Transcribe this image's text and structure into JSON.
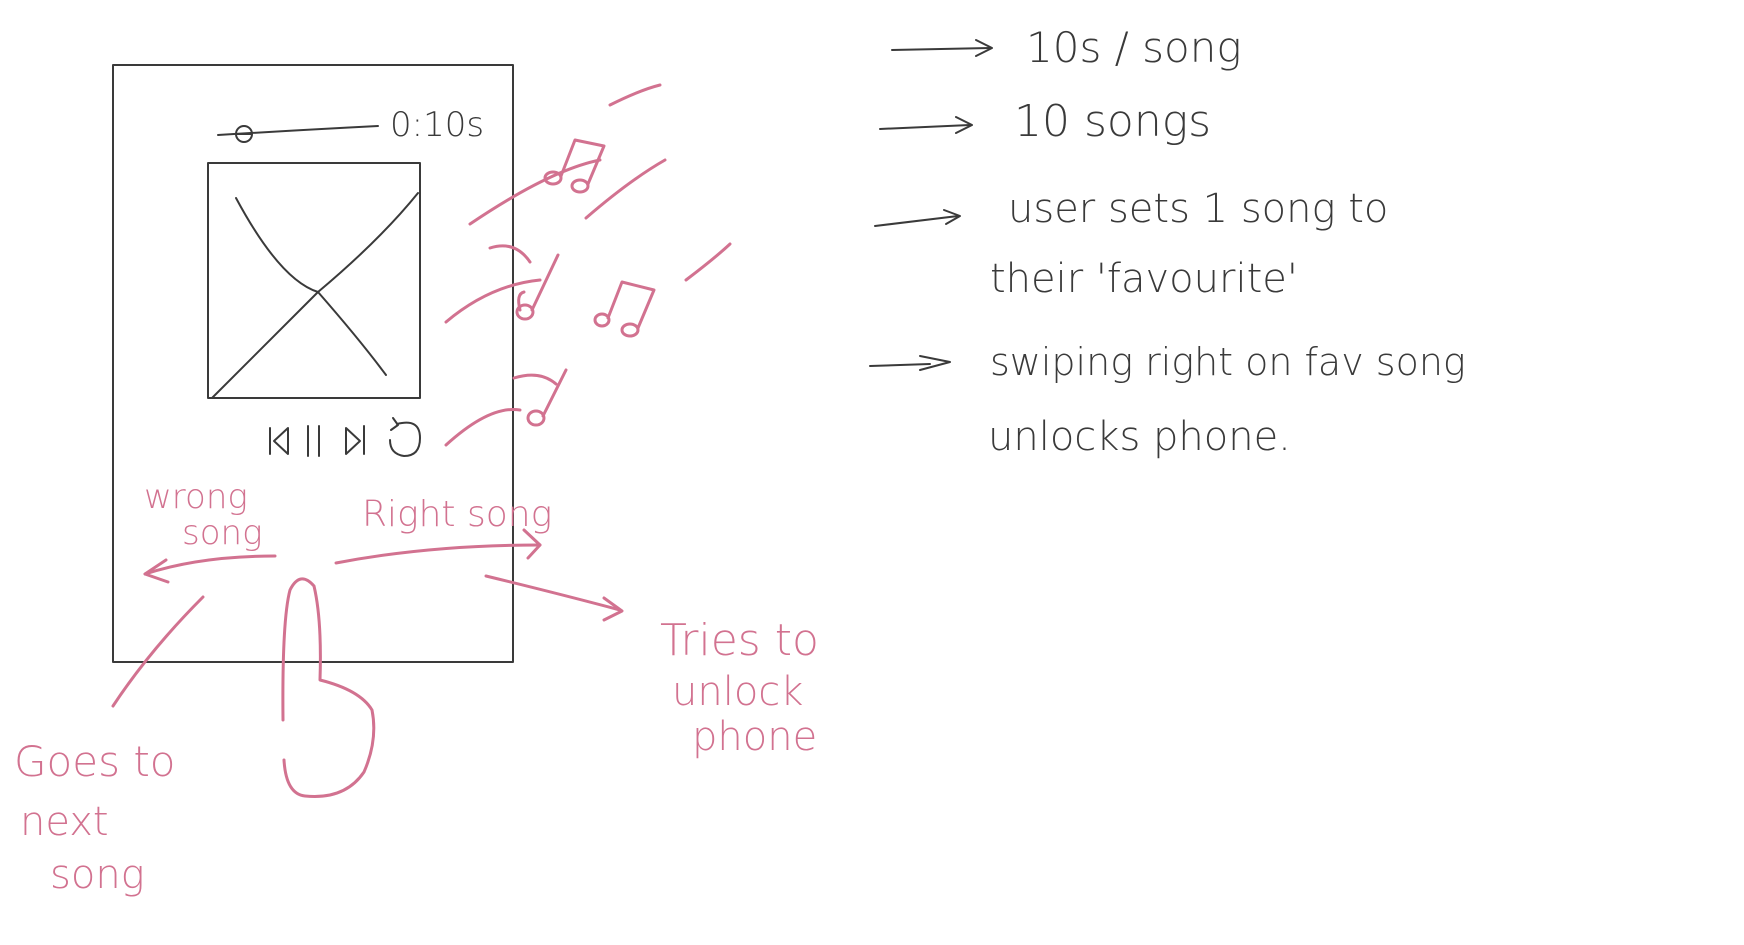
{
  "phone": {
    "timer": "0:10s",
    "controls": {
      "prev_icon": "skip-back-icon",
      "pause_icon": "pause-icon",
      "next_icon": "skip-forward-icon",
      "replay_icon": "replay-icon"
    },
    "album_art_icon": "image-placeholder-icon",
    "progress": 0.0
  },
  "swipe": {
    "left_label_line1": "wrong",
    "left_label_line2": "song",
    "right_label": "Right song",
    "left_outcome_line1": "Goes to",
    "left_outcome_line2": "next",
    "left_outcome_line3": "song",
    "right_outcome_line1": "Tries to",
    "right_outcome_line2": "unlock",
    "right_outcome_line3": "phone"
  },
  "notes": {
    "item1": "10s / song",
    "item2": "10 songs",
    "item3_line1": "user sets 1 song to",
    "item3_line2": "their 'favourite'",
    "item4_line1": "swiping right on fav song",
    "item4_line2": "unlocks phone."
  },
  "colors": {
    "pencil": "#3a3a3a",
    "marker": "#d27290"
  }
}
